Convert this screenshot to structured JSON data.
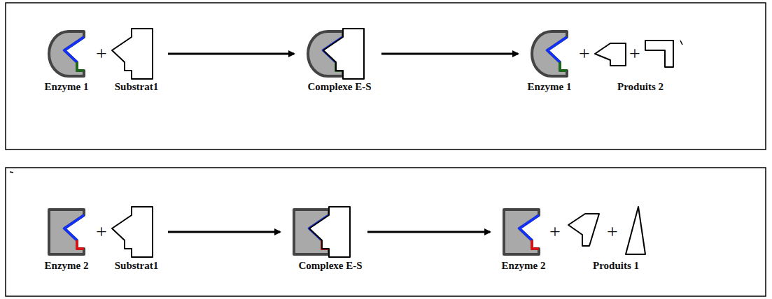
{
  "diagram": {
    "labels": [
      "Enzyme 1",
      "+",
      "Substrat1",
      "Complexe E-S",
      "Enzyme 1",
      "+",
      "+",
      "Produits 2",
      "Enzyme 2",
      "+",
      "Substrat1",
      "Complexe E-S",
      "Enzyme 2",
      "+",
      "+",
      "Produits 1"
    ]
  }
}
